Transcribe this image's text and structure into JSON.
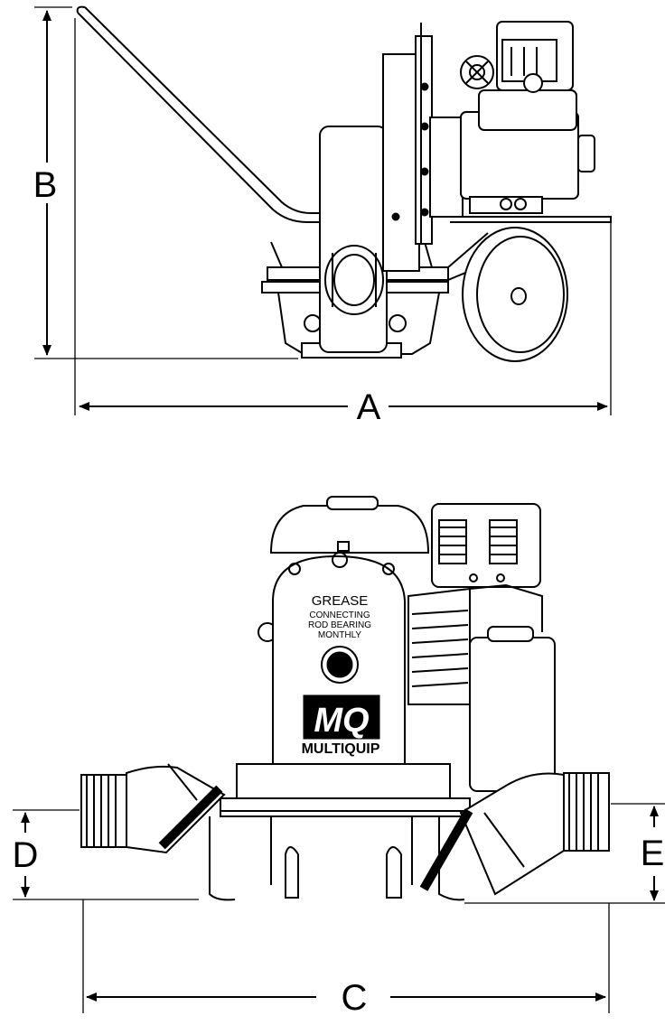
{
  "dimensions": {
    "a": "A",
    "b": "B",
    "c": "C",
    "d": "D",
    "e": "E"
  },
  "decal": {
    "grease": "GREASE",
    "line1": "CONNECTING",
    "line2": "ROD BEARING",
    "line3": "MONTHLY"
  },
  "brand": {
    "logo": "MQ",
    "name": "MULTIQUIP"
  },
  "colors": {
    "line": "#000000",
    "background": "#ffffff"
  }
}
